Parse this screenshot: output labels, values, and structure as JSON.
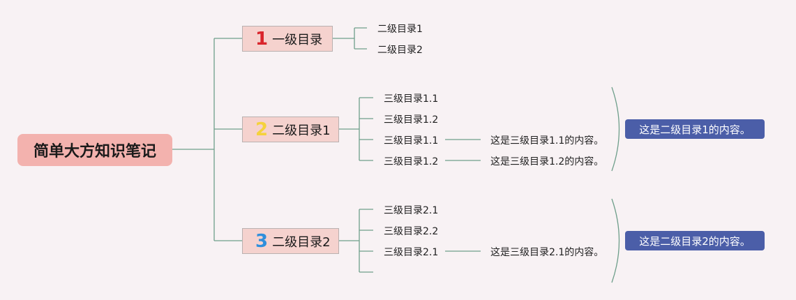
{
  "root": {
    "title": "简单大方知识笔记"
  },
  "branches": [
    {
      "number": "1",
      "number_color": "#d9252c",
      "label": "一级目录",
      "children": [
        {
          "label": "二级目录1"
        },
        {
          "label": "二级目录2"
        }
      ]
    },
    {
      "number": "2",
      "number_color": "#f5d23c",
      "label": "二级目录1",
      "children": [
        {
          "label": "三级目录1.1"
        },
        {
          "label": "三级目录1.2"
        },
        {
          "label": "三级目录1.1",
          "note": "这是三级目录1.1的内容。"
        },
        {
          "label": "三级目录1.2",
          "note": "这是三级目录1.2的内容。"
        }
      ],
      "summary": "这是二级目录1的内容。"
    },
    {
      "number": "3",
      "number_color": "#2f8fdc",
      "label": "二级目录2",
      "children": [
        {
          "label": "三级目录2.1"
        },
        {
          "label": "三级目录2.2"
        },
        {
          "label": "三级目录2.1",
          "note": "这是三级目录2.1的内容。"
        },
        {
          "label": ""
        }
      ],
      "summary": "这是二级目录2的内容。"
    }
  ],
  "colors": {
    "connector": "#6e9e8a",
    "background": "#f8f2f4",
    "summary_bg": "#4b5ea8"
  }
}
